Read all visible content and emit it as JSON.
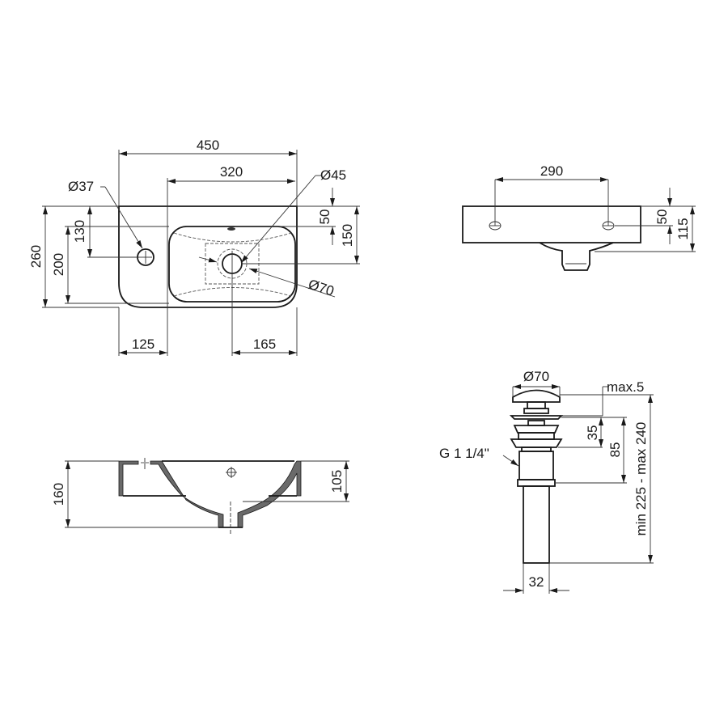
{
  "drawing": {
    "top_view": {
      "overall_width": "450",
      "basin_width": "320",
      "tap_hole_dia": "Ø37",
      "overflow_dia": "Ø45",
      "drain_dia": "Ø70",
      "overall_depth": "260",
      "tap_to_back_200": "200",
      "tap_offset_130": "130",
      "overflow_offset_50": "50",
      "drain_offset_150": "150",
      "left_margin_125": "125",
      "drain_to_right_165": "165"
    },
    "rear_view": {
      "mount_hole_spacing": "290",
      "hole_height_50": "50",
      "total_height_115": "115"
    },
    "section_view": {
      "total_height": "160",
      "bowl_depth": "105"
    },
    "drain_valve": {
      "cap_dia": "Ø70",
      "max_lift": "max.5",
      "dim_35": "35",
      "dim_85": "85",
      "thread": "G 1 1/4\"",
      "length_range": "min 225 - max 240",
      "pipe_dia": "32"
    }
  }
}
